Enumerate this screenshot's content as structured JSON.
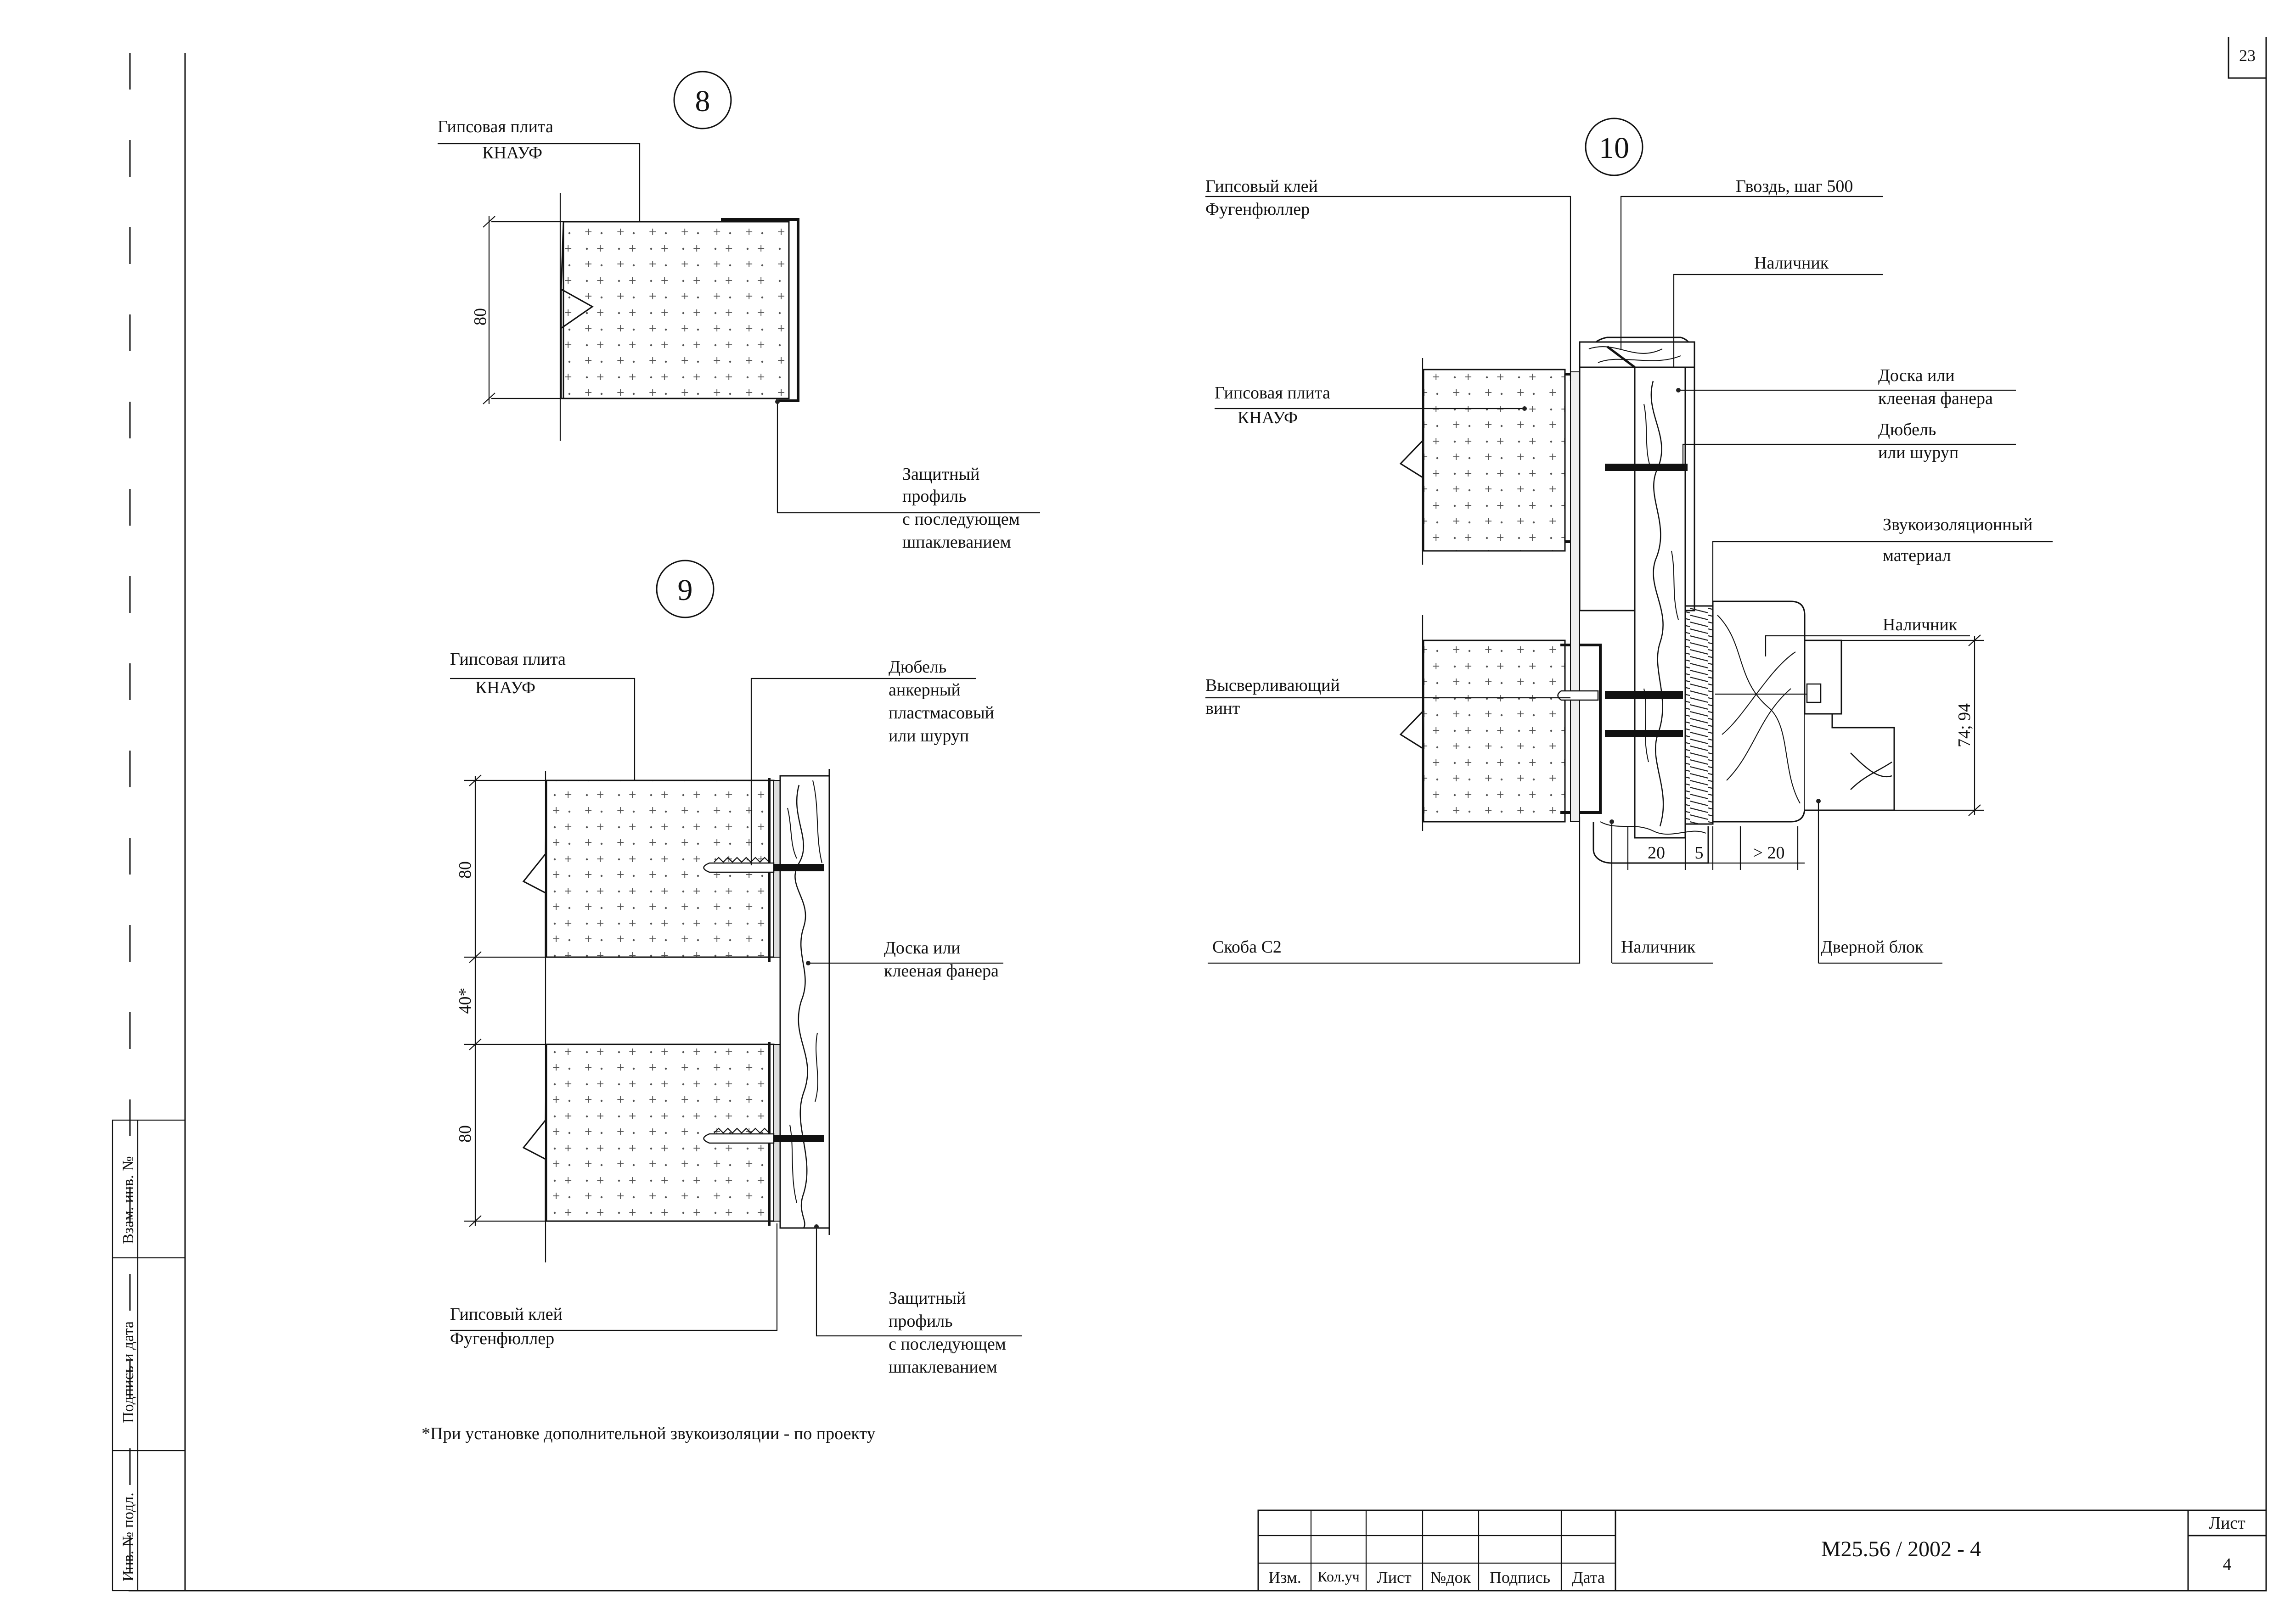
{
  "page_number": "23",
  "side_stamp": {
    "vzam": "Взам. инв. №",
    "podpis": "Подпись и дата",
    "inv": "Инв. № подл."
  },
  "detail8": {
    "marker": "8",
    "board_label_1": "Гипсовая плита",
    "board_label_2": "КНАУФ",
    "dim": "80",
    "profile_1": "Защитный",
    "profile_2": "профиль",
    "profile_3": "с последующем",
    "profile_4": "шпаклеванием"
  },
  "detail9": {
    "marker": "9",
    "board_label_1": "Гипсовая плита",
    "board_label_2": "КНАУФ",
    "dowel_1": "Дюбель",
    "dowel_2": "анкерный",
    "dowel_3": "пластмасовый",
    "dowel_4": "или шуруп",
    "board2_1": "Доска или",
    "board2_2": "клееная фанера",
    "glue_1": "Гипсовый клей",
    "glue_2": "Фугенфюллер",
    "profile_1": "Защитный",
    "profile_2": "профиль",
    "profile_3": "с последующем",
    "profile_4": "шпаклеванием",
    "dim_top": "80",
    "dim_mid": "40*",
    "dim_bot": "80"
  },
  "detail10": {
    "marker": "10",
    "glue_1": "Гипсовый клей",
    "glue_2": "Фугенфюллер",
    "nail": "Гвоздь, шаг 500",
    "nalichnik_top": "Наличник",
    "board_1": "Гипсовая плита",
    "board_2": "КНАУФ",
    "doska_1": "Доска или",
    "doska_2": "клееная фанера",
    "dubel_1": "Дюбель",
    "dubel_2": "или шуруп",
    "zvuk_1": "Звукоизоляционный",
    "zvuk_2": "материал",
    "nalichnik_mid": "Наличник",
    "screw_1": "Высверливающий",
    "screw_2": "винт",
    "dim_right": "74; 94",
    "dim_20a": "20",
    "dim_5": "5",
    "dim_20b": "> 20",
    "skoba": "Скоба С2",
    "nalichnik_bot": "Наличник",
    "door": "Дверной блок"
  },
  "footnote": "*При установке дополнительной звукоизоляции - по проекту",
  "title_block": {
    "code": "М25.56 / 2002 - 4",
    "sheet_label": "Лист",
    "sheet_num": "4",
    "col_izm": "Изм.",
    "col_kol": "Кол.уч",
    "col_list": "Лист",
    "col_ndok": "№док",
    "col_podp": "Подпись",
    "col_data": "Дата"
  }
}
